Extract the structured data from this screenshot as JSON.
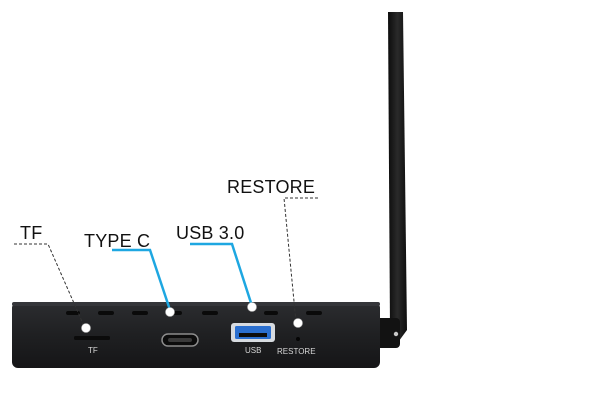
{
  "callouts": {
    "tf": "TF",
    "type_c": "TYPE C",
    "usb": "USB 3.0",
    "restore": "RESTORE"
  },
  "device_labels": {
    "tf": "TF",
    "usb": "USB",
    "restore": "RESTORE"
  },
  "colors": {
    "body": "#1e1f21",
    "leader_highlight": "#1ea7e1",
    "leader_plain": "#333333",
    "usb_port": "#2a6fd0",
    "antenna": "#1a1a1a"
  }
}
